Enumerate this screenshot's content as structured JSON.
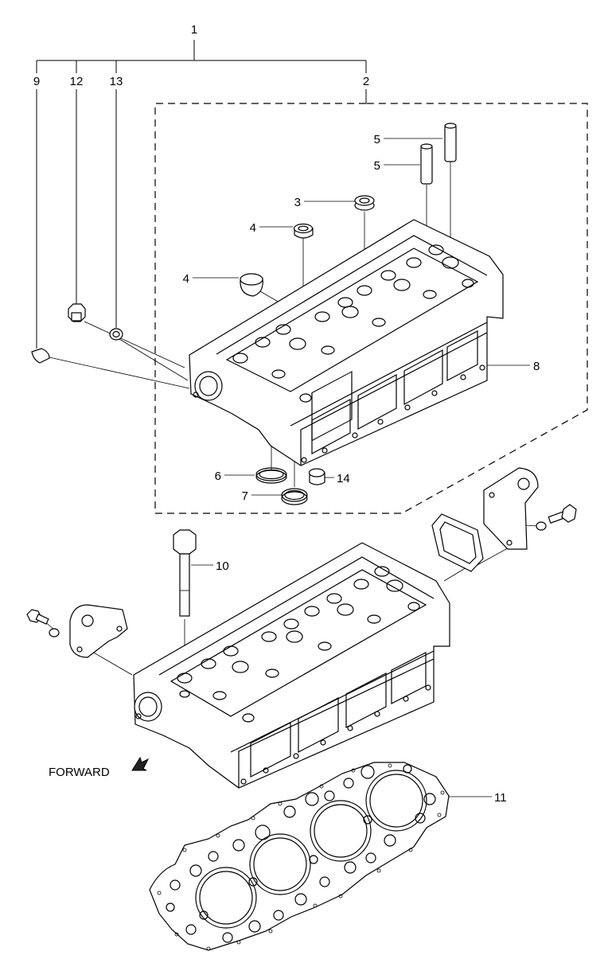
{
  "callouts": {
    "c1": "1",
    "c2": "2",
    "c3": "3",
    "c4a": "4",
    "c4b": "4",
    "c5a": "5",
    "c5b": "5",
    "c6": "6",
    "c7": "7",
    "c8": "8",
    "c9": "9",
    "c10": "10",
    "c11": "11",
    "c12": "12",
    "c13": "13",
    "c14": "14"
  },
  "forward_label": "FORWARD"
}
